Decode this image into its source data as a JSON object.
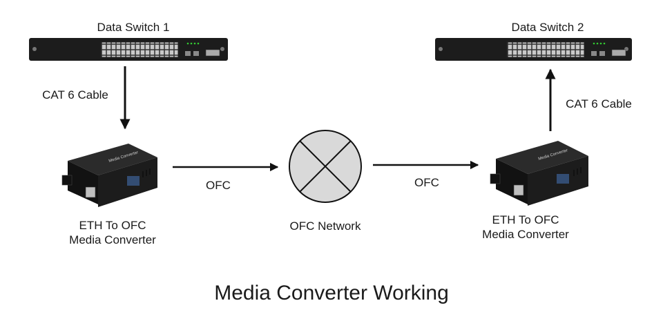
{
  "switch1": {
    "label": "Data Switch 1"
  },
  "switch2": {
    "label": "Data Switch 2"
  },
  "cable_left": {
    "label": "CAT 6 Cable"
  },
  "cable_right": {
    "label": "CAT 6 Cable"
  },
  "converter_left": {
    "label_line1": "ETH To OFC",
    "label_line2": "Media Converter",
    "device_text": "Media Converter"
  },
  "converter_right": {
    "label_line1": "ETH To OFC",
    "label_line2": "Media Converter",
    "device_text": "Media Converter"
  },
  "link_left": {
    "label": "OFC"
  },
  "link_right": {
    "label": "OFC"
  },
  "network": {
    "label": "OFC Network"
  },
  "diagram_title": "Media Converter Working",
  "colors": {
    "device_body": "#1c1c1c",
    "network_fill": "#d9d9d9",
    "arrow": "#111111",
    "led": "#33cc33"
  }
}
